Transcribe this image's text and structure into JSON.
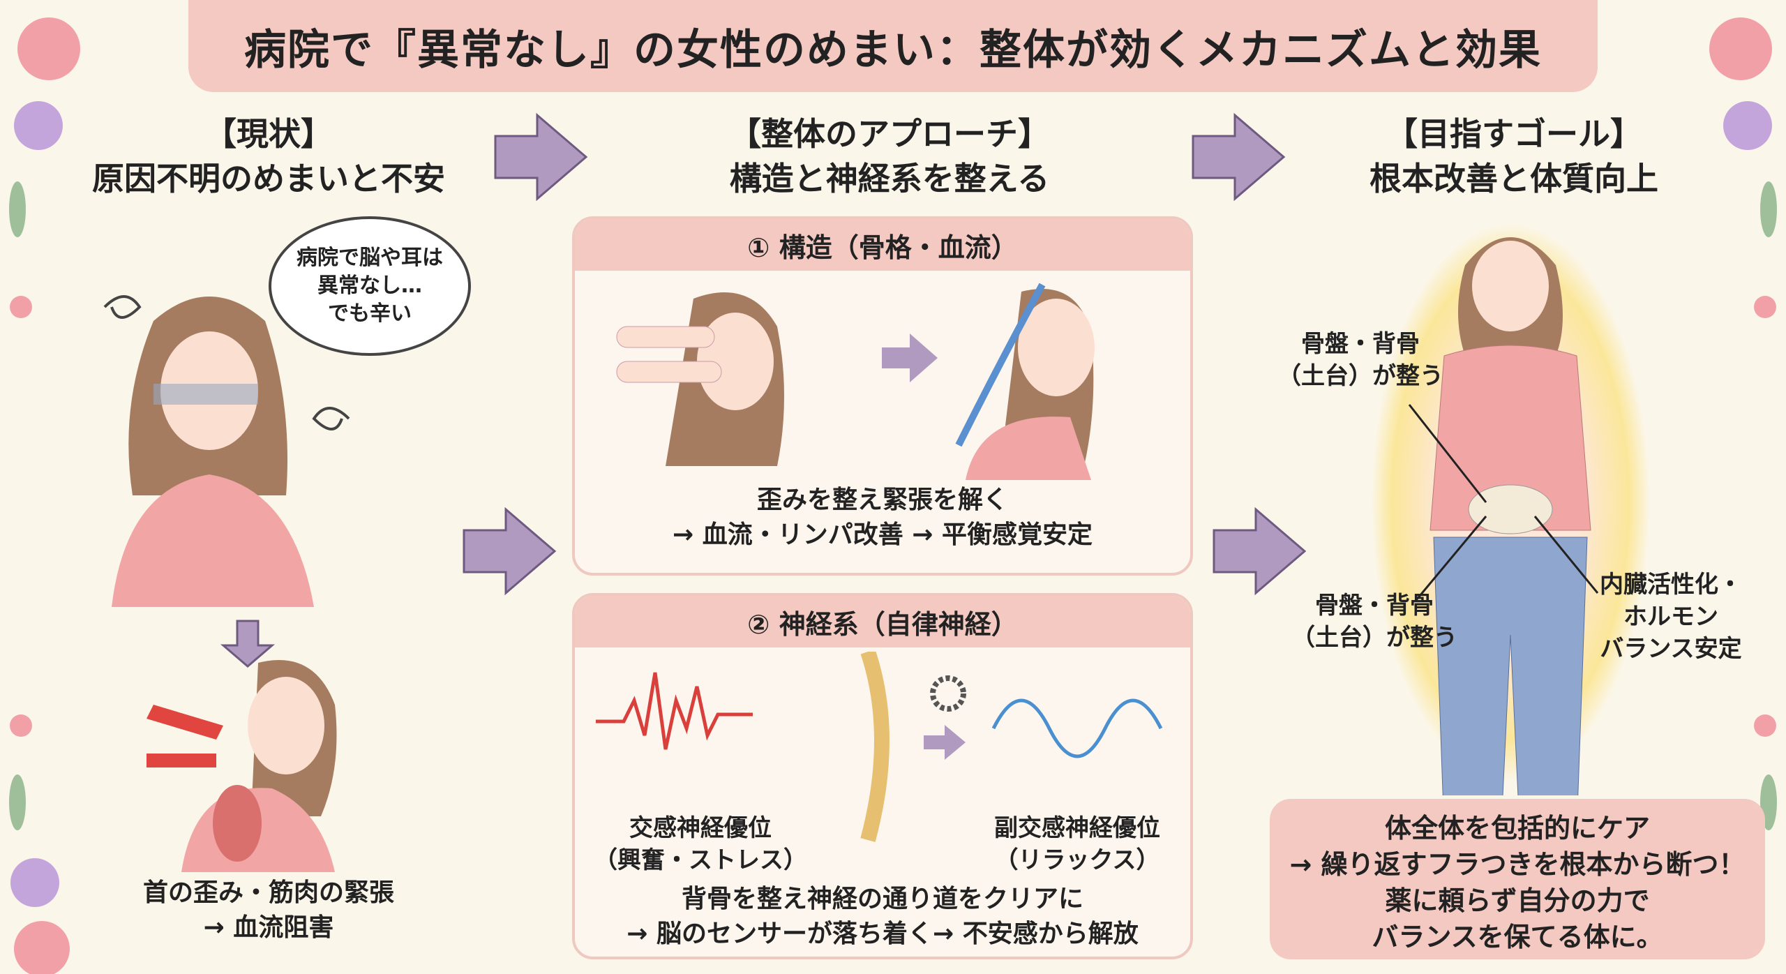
{
  "title": "病院で『異常なし』の女性のめまい：整体が効くメカニズムと効果",
  "columns": {
    "current": {
      "heading": "【現状】",
      "subheading": "原因不明のめまいと不安",
      "thought": [
        "病院で脳や耳は",
        "異常なし…",
        "でも辛い"
      ],
      "caption": [
        "首の歪み・筋肉の緊張",
        "→ 血流阻害"
      ]
    },
    "approach": {
      "heading": "【整体のアプローチ】",
      "subheading": "構造と神経系を整える",
      "structure": {
        "title": "① 構造（骨格・血流）",
        "caption": [
          "歪みを整え緊張を解く",
          "→ 血流・リンパ改善 → 平衡感覚安定"
        ]
      },
      "nerve": {
        "title": "② 神経系（自律神経）",
        "sympathetic": [
          "交感神経優位",
          "（興奮・ストレス）"
        ],
        "parasympathetic": [
          "副交感神経優位",
          "（リラックス）"
        ],
        "caption": [
          "背骨を整え神経の通り道をクリアに",
          "→ 脳のセンサーが落ち着く→ 不安感から解放"
        ]
      }
    },
    "goal": {
      "heading": "【目指すゴール】",
      "subheading": "根本改善と体質向上",
      "label_top": [
        "骨盤・背骨",
        "（土台）が整う"
      ],
      "label_bottom": [
        "骨盤・背骨",
        "（土台）が整う"
      ],
      "label_right": [
        "内臓活性化・",
        "ホルモン",
        "バランス安定"
      ],
      "summary": [
        "体全体を包括的にケア",
        "→ 繰り返すフラつきを根本から断つ！",
        "薬に頼らず自分の力で",
        "バランスを保てる体に。"
      ]
    }
  },
  "colors": {
    "banner": "#f3c9c2",
    "arrow": "#b09ac0",
    "background": "#fbf6ea"
  }
}
